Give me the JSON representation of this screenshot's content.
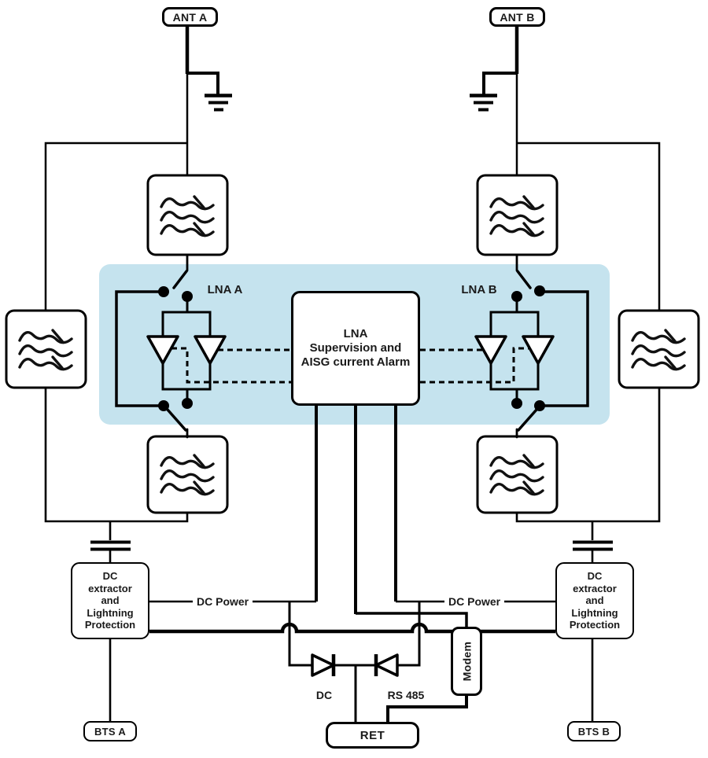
{
  "nodes": {
    "ant_a": {
      "label": "ANT A"
    },
    "ant_b": {
      "label": "ANT B"
    },
    "lna_a": {
      "label": "LNA A"
    },
    "lna_b": {
      "label": "LNA B"
    },
    "supervision": {
      "lines": [
        "LNA",
        "Supervision and",
        "AISG current Alarm"
      ]
    },
    "dc_extractor_a": {
      "lines": [
        "DC",
        "extractor",
        "and",
        "Lightning",
        "Protection"
      ]
    },
    "dc_extractor_b": {
      "lines": [
        "DC",
        "extractor",
        "and",
        "Lightning",
        "Protection"
      ]
    },
    "modem": {
      "label": "Modem"
    },
    "ret": {
      "label": "RET"
    },
    "bts_a": {
      "label": "BTS A"
    },
    "bts_b": {
      "label": "BTS B"
    }
  },
  "wire_labels": {
    "dc_power_a": "DC Power",
    "dc_power_b": "DC Power",
    "dc": "DC",
    "rs485": "RS 485"
  },
  "icons": {
    "filter": "bandpass-filter-icon",
    "ground": "earth-ground-icon",
    "capacitor": "dc-block-capacitor-icon",
    "diode": "diode-icon",
    "amplifier": "amplifier-triangle-icon",
    "switch": "bypass-switch-icon"
  },
  "colors": {
    "highlight": "#c5e3ee",
    "line": "#000000",
    "box_fill": "#ffffff"
  }
}
